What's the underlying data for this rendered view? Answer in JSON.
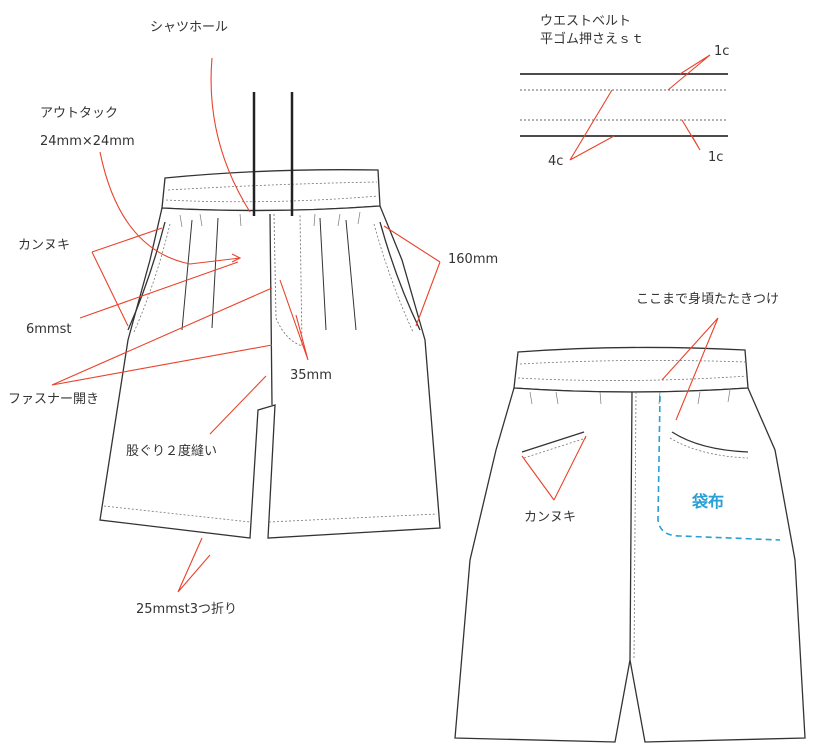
{
  "labels": {
    "shirt_hole": "シャツホール",
    "waist_belt_1": "ウエストベルト",
    "waist_belt_2": "平ゴム押さえｓｔ",
    "onec_top": "1c",
    "onec_bottom": "1c",
    "fourc": "4c",
    "out_tuck": "アウトタック",
    "out_tuck_size": "24mm×24mm",
    "bartack_front": "カンヌキ",
    "sixmm": "6mmst",
    "fastener": "ファスナー開き",
    "thirtyfive": "35mm",
    "crotch": "股ぐり２度縫い",
    "hem": "25mmst3つ折り",
    "onesixty": "160mm",
    "body_tack": "ここまで身頃たたきつけ",
    "bartack_back": "カンヌキ",
    "pocket_cloth": "袋布"
  },
  "colors": {
    "annotation": "#e8432c",
    "outline": "#333333",
    "stitch": "#555555",
    "pocket_cloth": "#2a9fd6"
  }
}
